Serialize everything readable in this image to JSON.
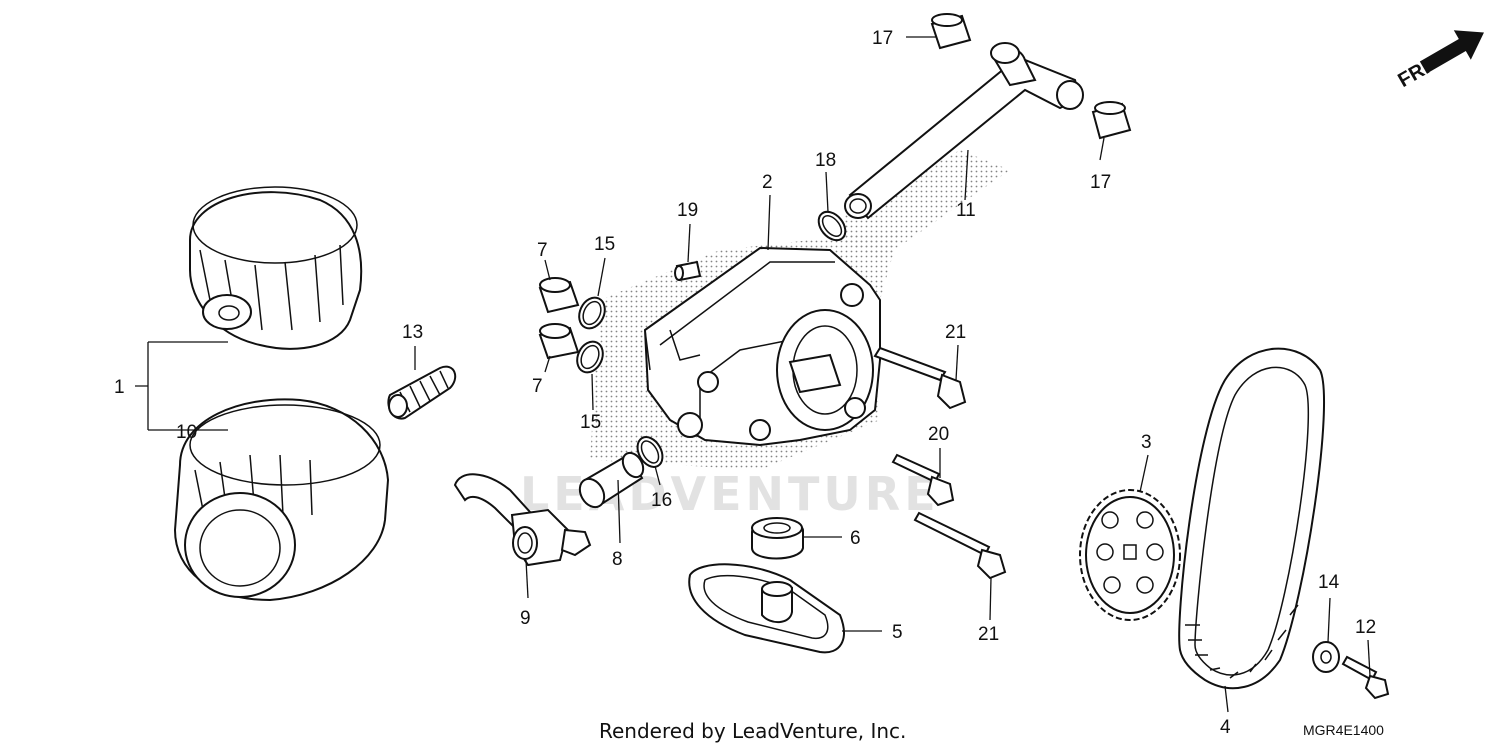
{
  "watermark": "LEADVENTURE",
  "orientation_arrow": {
    "label": "FR."
  },
  "footer": {
    "rendered_by": "Rendered by LeadVenture, Inc.",
    "diagram_code": "MGR4E1400"
  },
  "callouts": {
    "c1": "1",
    "c10": "10",
    "c13": "13",
    "c7a": "7",
    "c7b": "7",
    "c15a": "15",
    "c15b": "15",
    "c19": "19",
    "c2": "2",
    "c18": "18",
    "c17a": "17",
    "c17b": "17",
    "c11": "11",
    "c21a": "21",
    "c21b": "21",
    "c20": "20",
    "c16": "16",
    "c8": "8",
    "c9": "9",
    "c6": "6",
    "c5": "5",
    "c3": "3",
    "c4": "4",
    "c14": "14",
    "c12": "12"
  }
}
